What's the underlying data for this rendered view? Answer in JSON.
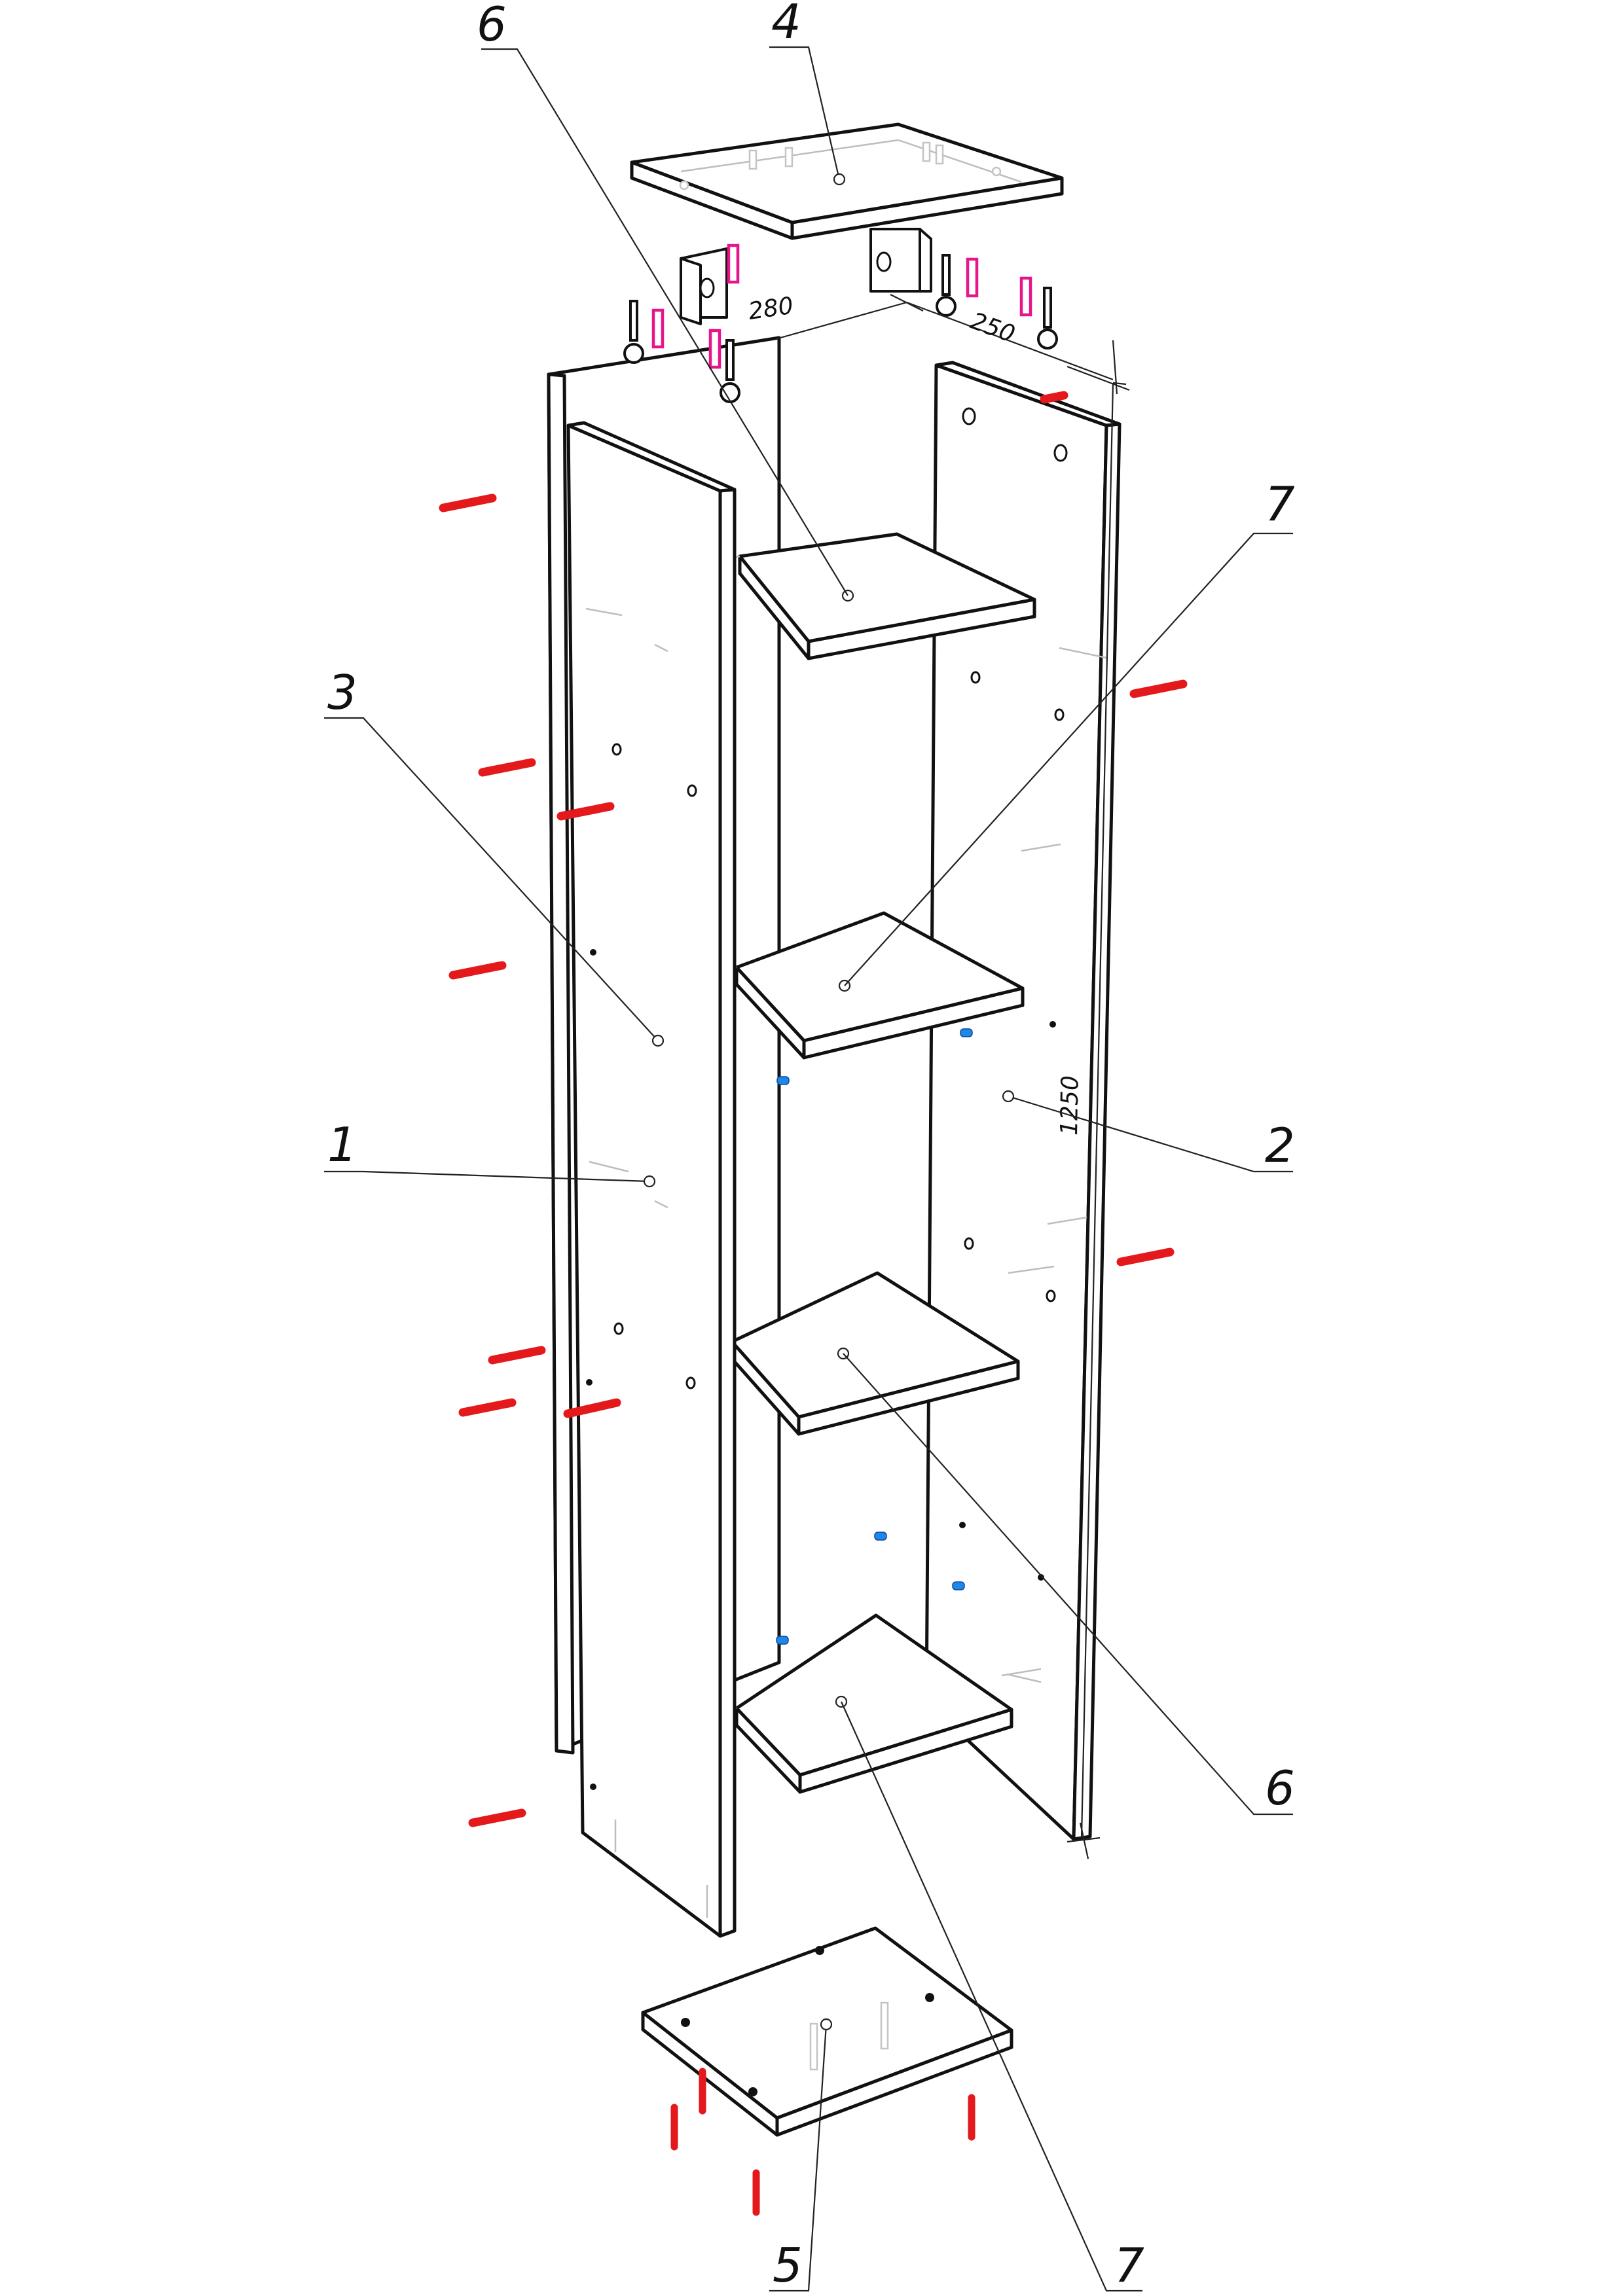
{
  "callouts": [
    {
      "label": "6"
    },
    {
      "label": "4"
    },
    {
      "label": "7"
    },
    {
      "label": "3"
    },
    {
      "label": "1"
    },
    {
      "label": "2"
    },
    {
      "label": "6"
    },
    {
      "label": "5"
    },
    {
      "label": "7"
    }
  ],
  "dimensions": {
    "width": "280",
    "depth": "250",
    "height": "1250"
  },
  "colors": {
    "outline": "#111111",
    "hidden": "#bdbdbd",
    "screw": "#e3191c",
    "pin": "#e6168a",
    "clip": "#1e88e5"
  }
}
